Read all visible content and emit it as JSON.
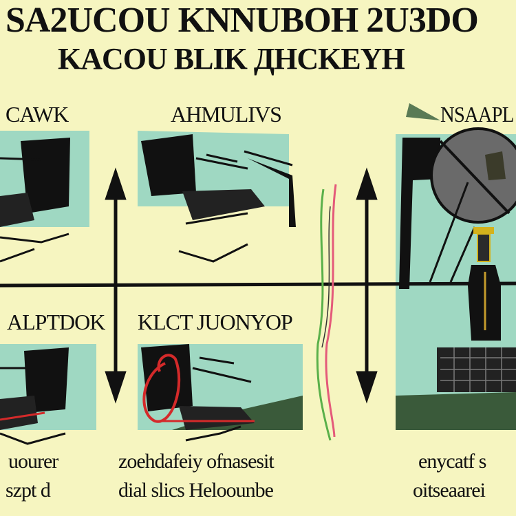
{
  "heading": {
    "line1": "SA2UCOU KNNUBOH 2U3DO",
    "line2": "KACOU BLIK ДHCKEYH"
  },
  "labels": {
    "top_left": "CAWK",
    "top_center": "AHMULIVS",
    "top_right": "NSAAPL",
    "mid_left": "ALPTDOK",
    "mid_center": "KLCT JUONYOP"
  },
  "captions": {
    "left_line1": "uourer",
    "left_line2": "szpt d",
    "center_line1": "zoehdafeiy ofnasesit",
    "center_line2": "dial slics Heloounbe",
    "right_line1": "enycatf s",
    "right_line2": "oitseaarei"
  },
  "colors": {
    "background": "#f6f5c0",
    "panel_teal": "#9fd8c2",
    "dark_green": "#3a5a3a",
    "ink": "#111111",
    "accent_red": "#d42a2a",
    "accent_pink": "#e45a7a",
    "accent_green": "#5ab04a"
  }
}
